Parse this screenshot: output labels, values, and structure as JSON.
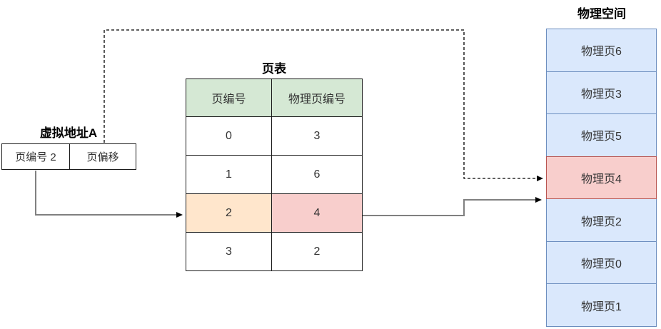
{
  "palette": {
    "header_green": "#d5e8d4",
    "highlight_orange": "#ffe6cc",
    "highlight_red": "#f8cecc",
    "red_border": "#b85450",
    "page_blue": "#dae8fc",
    "blue_border": "#6c8ebf",
    "line_gray": "#808080",
    "ink": "#333333"
  },
  "virtual_address": {
    "title": "虚拟地址A",
    "page_number_label": "页编号 2",
    "page_offset_label": "页偏移"
  },
  "page_table": {
    "title": "页表",
    "headers": [
      "页编号",
      "物理页编号"
    ],
    "rows": [
      {
        "page": "0",
        "frame": "3",
        "highlight": false
      },
      {
        "page": "1",
        "frame": "6",
        "highlight": false
      },
      {
        "page": "2",
        "frame": "4",
        "highlight": true
      },
      {
        "page": "3",
        "frame": "2",
        "highlight": false
      }
    ]
  },
  "physical_space": {
    "title": "物理空间",
    "pages": [
      {
        "label": "物理页6",
        "highlight": false
      },
      {
        "label": "物理页3",
        "highlight": false
      },
      {
        "label": "物理页5",
        "highlight": false
      },
      {
        "label": "物理页4",
        "highlight": true
      },
      {
        "label": "物理页2",
        "highlight": false
      },
      {
        "label": "物理页0",
        "highlight": false
      },
      {
        "label": "物理页1",
        "highlight": false
      }
    ]
  }
}
